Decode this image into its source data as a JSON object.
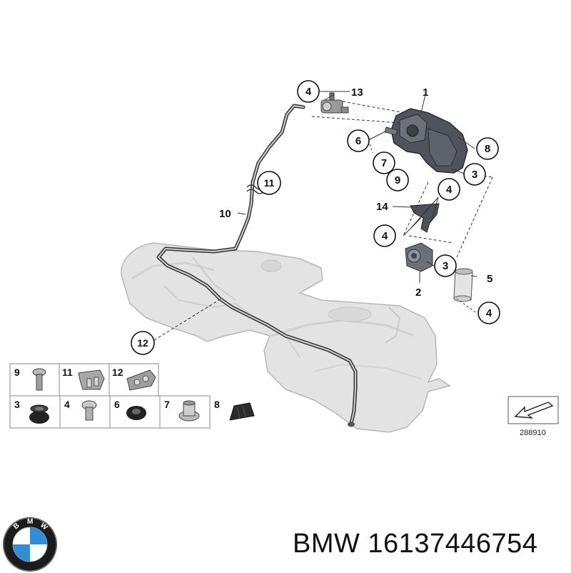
{
  "callouts": {
    "c1": "1",
    "c2": "2",
    "c3a": "3",
    "c3b": "3",
    "c4a": "4",
    "c4b": "4",
    "c4c": "4",
    "c4d": "4",
    "c5": "5",
    "c6": "6",
    "c7": "7",
    "c8": "8",
    "c9": "9",
    "c10": "10",
    "c11": "11",
    "c12": "12",
    "c13": "13",
    "c14": "14"
  },
  "legend": [
    {
      "number": "9"
    },
    {
      "number": "11"
    },
    {
      "number": "12"
    },
    {
      "number": "3"
    },
    {
      "number": "4"
    },
    {
      "number": "6"
    },
    {
      "number": "7"
    },
    {
      "number": "8"
    }
  ],
  "reference_number": "288910",
  "logo": {
    "text": "BMW",
    "colors": {
      "ring": "#1b1b1b",
      "blue": "#2f8fd6",
      "white": "#ffffff"
    }
  },
  "caption": "BMW 16137446754",
  "colors": {
    "tank_fill": "#e2e2e2",
    "tank_stroke": "#b4b4b4",
    "pipe": "#3a3a3a",
    "part_dark": "#4a4f57"
  }
}
